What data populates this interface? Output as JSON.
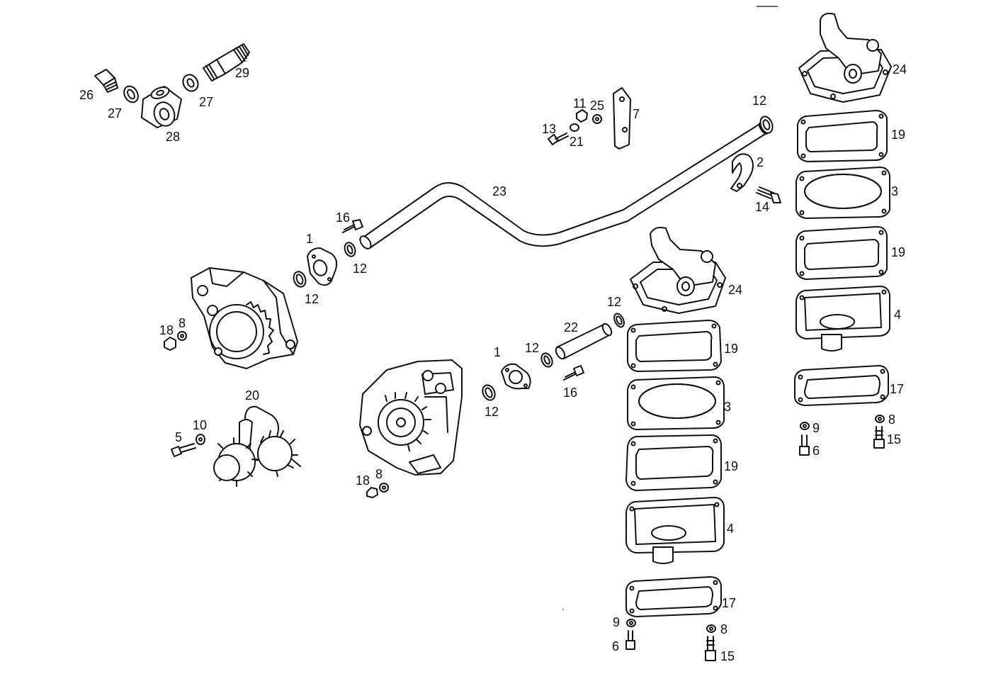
{
  "diagram": {
    "labels": {
      "l_1a": "1",
      "l_1b": "1",
      "l_2": "2",
      "l_3a": "3",
      "l_3b": "3",
      "l_4a": "4",
      "l_4b": "4",
      "l_5": "5",
      "l_6a": "6",
      "l_6b": "6",
      "l_7": "7",
      "l_8a": "8",
      "l_8b": "8",
      "l_8c": "8",
      "l_8d": "8",
      "l_9a": "9",
      "l_9b": "9",
      "l_10": "10",
      "l_11": "11",
      "l_12a": "12",
      "l_12b": "12",
      "l_12c": "12",
      "l_12d": "12",
      "l_12e": "12",
      "l_12f": "12",
      "l_13": "13",
      "l_14": "14",
      "l_15a": "15",
      "l_15b": "15",
      "l_16a": "16",
      "l_16b": "16",
      "l_17a": "17",
      "l_17b": "17",
      "l_18a": "18",
      "l_18b": "18",
      "l_19a": "19",
      "l_19b": "19",
      "l_19c": "19",
      "l_19d": "19",
      "l_20": "20",
      "l_21": "21",
      "l_22": "22",
      "l_23": "23",
      "l_24a": "24",
      "l_24b": "24",
      "l_25": "25",
      "l_26": "26",
      "l_27a": "27",
      "l_27b": "27",
      "l_28": "28",
      "l_29": "29"
    }
  }
}
